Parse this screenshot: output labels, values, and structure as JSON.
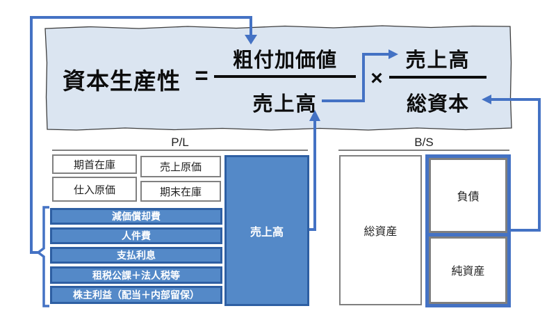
{
  "formula": {
    "lhs": "資本生産性",
    "equals": "=",
    "times": "×",
    "fraction1": {
      "numerator": "粗付加価値",
      "denominator": "売上高"
    },
    "fraction2": {
      "numerator": "売上高",
      "denominator": "総資本"
    }
  },
  "pl": {
    "label": "P/L",
    "boxes": {
      "opening_inventory": "期首在庫",
      "purchase_cost": "仕入原価",
      "cost_of_sales": "売上原価",
      "closing_inventory": "期末在庫"
    },
    "expenses": [
      "減価償却費",
      "人件費",
      "支払利息",
      "租税公課＋法人税等",
      "株主利益（配当＋内部留保）"
    ],
    "sales": "売上高"
  },
  "bs": {
    "label": "B/S",
    "total_assets": "総資産",
    "liabilities": "負債",
    "net_assets": "純資産"
  },
  "colors": {
    "connector_blue": "#4472C4",
    "box_fill_blue": "#5489C8",
    "box_border_blue": "#2E5FA3",
    "band_fill": "#DBE5F1",
    "gray_border": "#808080"
  }
}
